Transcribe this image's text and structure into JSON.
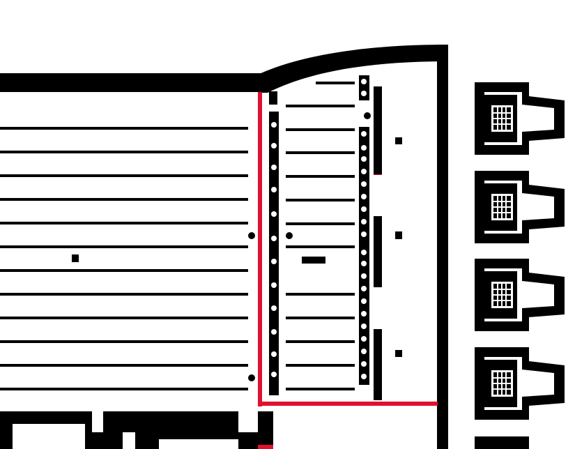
{
  "plan": {
    "kind": "architectural floor plan fragment",
    "colors": {
      "wall": "#000000",
      "accent": "#e0102f",
      "background": "#ffffff"
    },
    "hall_rows": 12,
    "side_rows": 13,
    "side_units": 4,
    "icons": [
      "grid-window-icon"
    ]
  }
}
